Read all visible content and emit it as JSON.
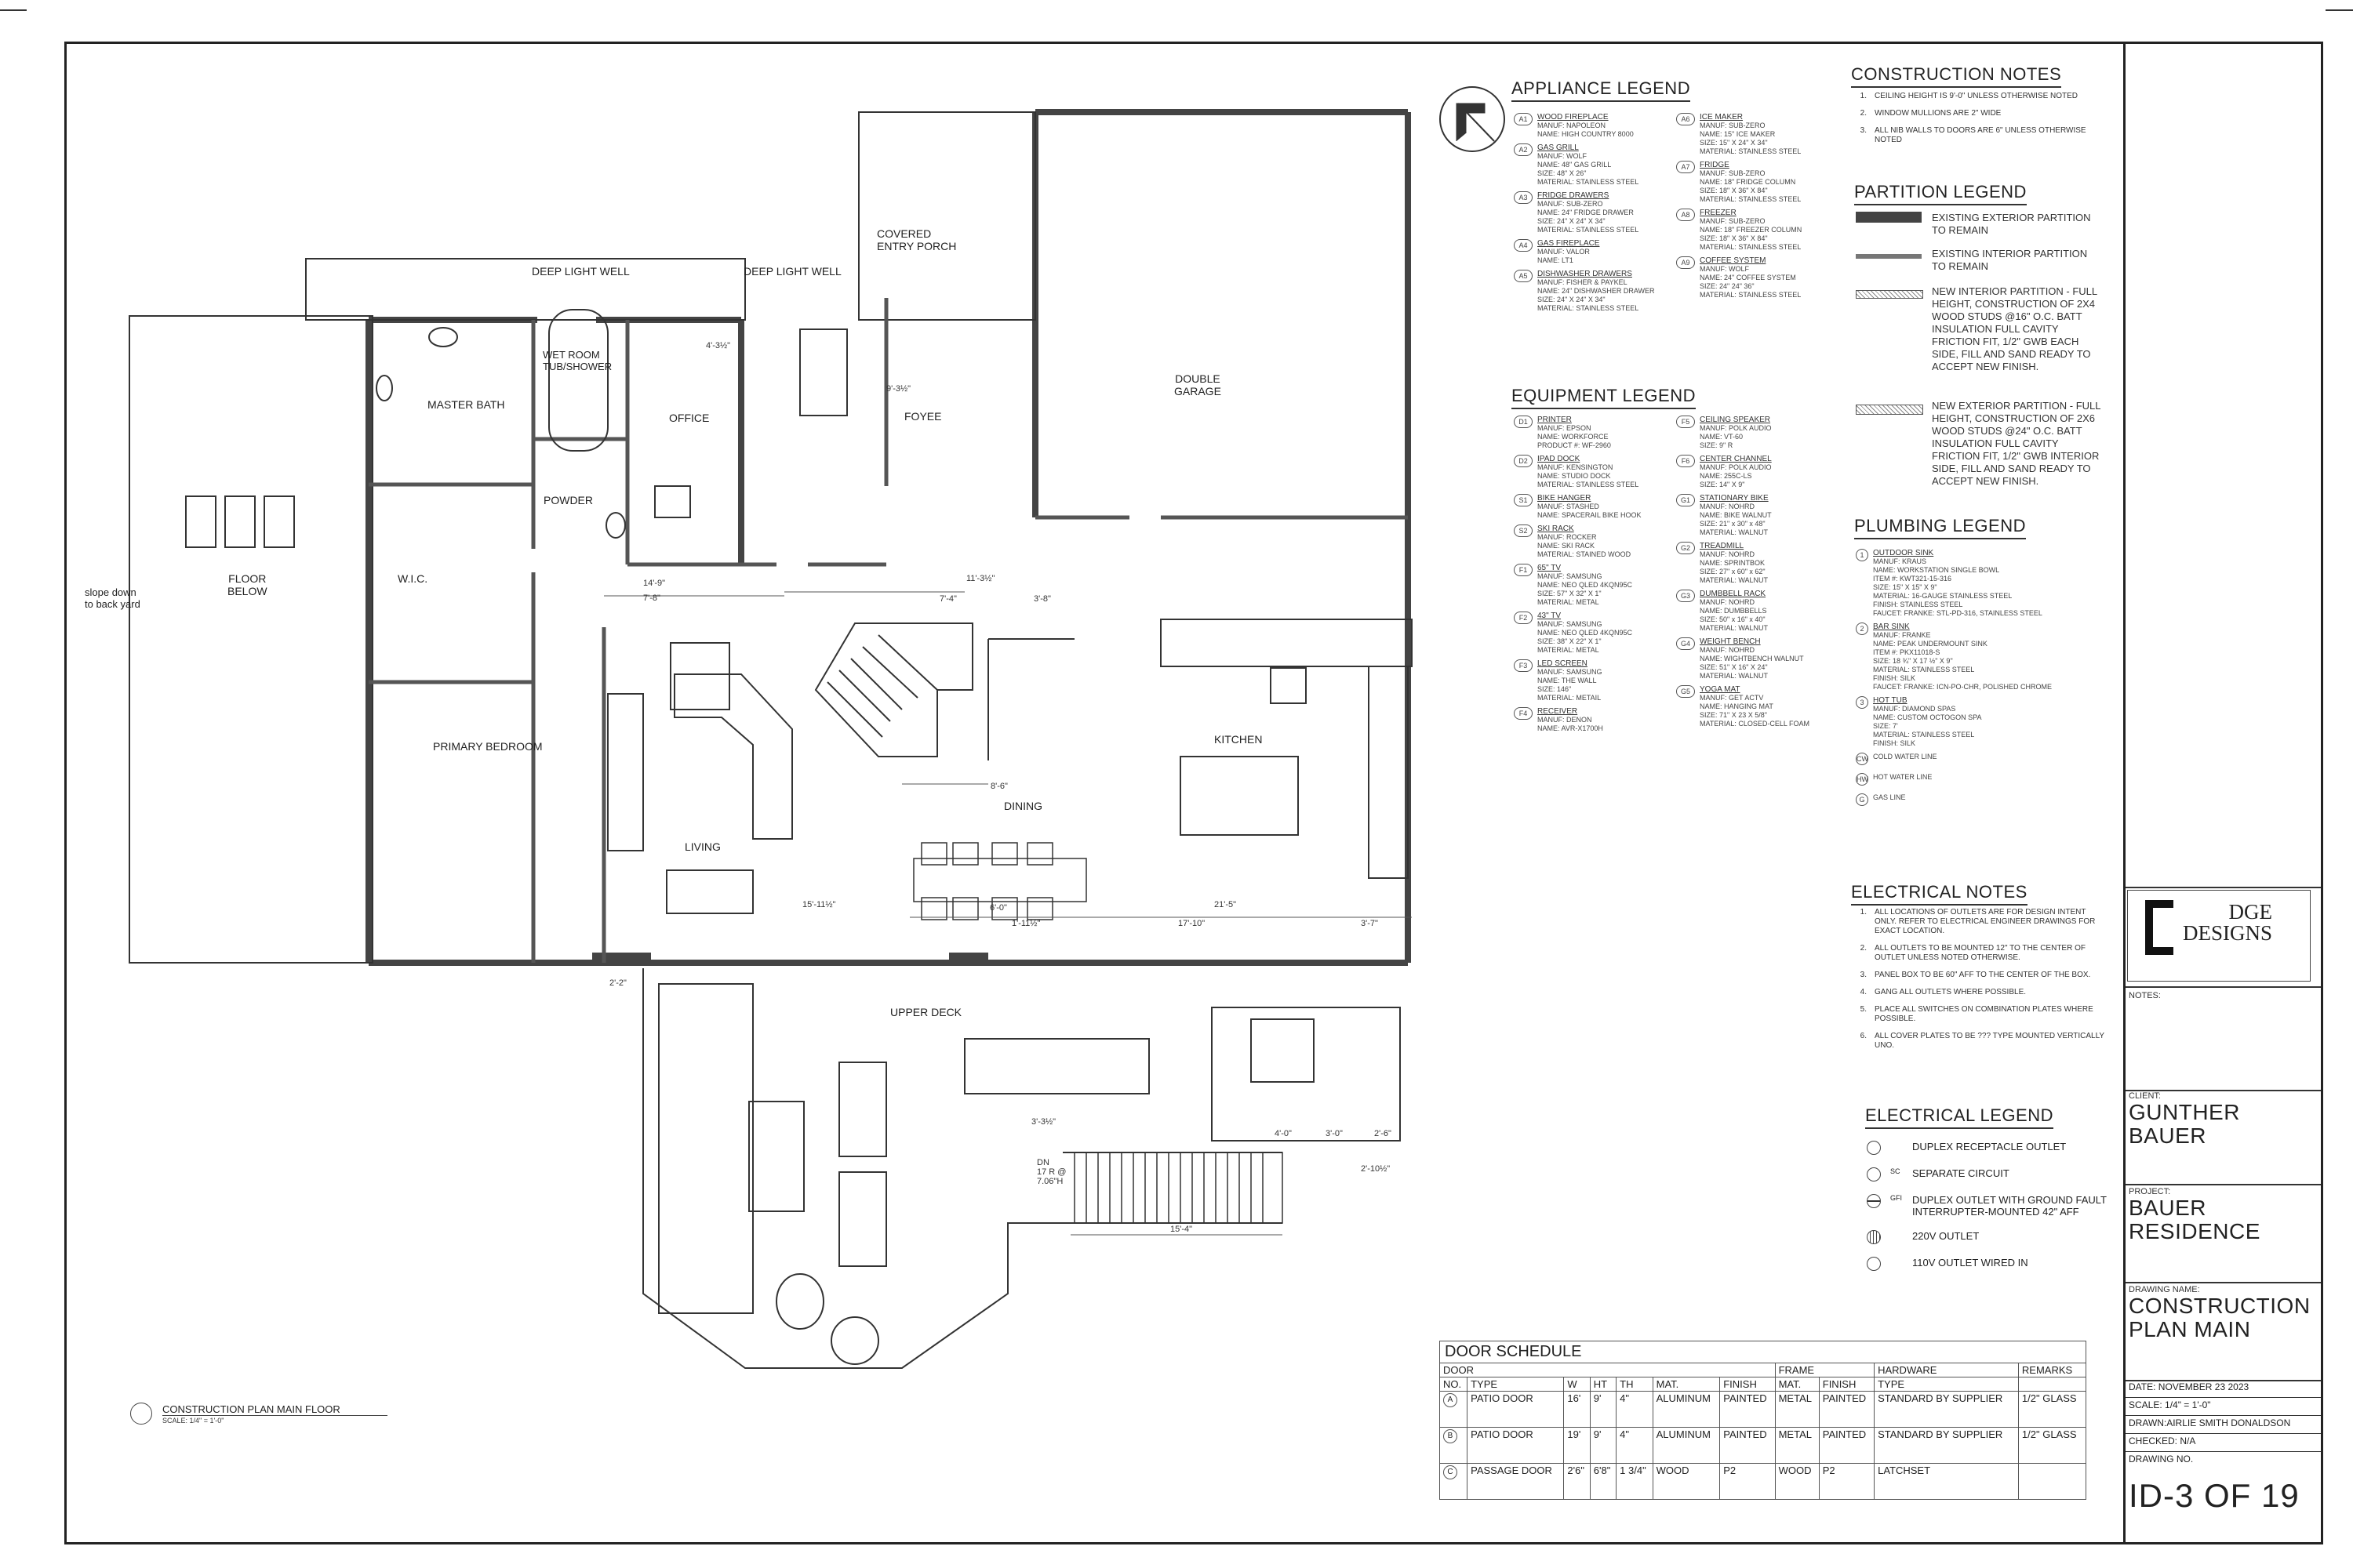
{
  "plan": {
    "rooms": {
      "master_bath": "MASTER BATH",
      "wet_room": "WET ROOM\nTUB/SHOWER",
      "office": "OFFICE",
      "powder": "POWDER",
      "wic": "W.I.C.",
      "primary_bedroom": "PRIMARY BEDROOM",
      "living": "LIVING",
      "dining": "DINING",
      "kitchen": "KITCHEN",
      "foyee": "FOYEE",
      "covered_entry": "COVERED\nENTRY PORCH",
      "double_garage": "DOUBLE\nGARAGE",
      "upper_deck": "UPPER DECK",
      "floor_below": "FLOOR\nBELOW",
      "slope": "slope down\nto back yard",
      "light_well_1": "DEEP  LIGHT WELL",
      "light_well_2": "DEEP  LIGHT WELL",
      "stair_dn": "DN\n17 R @\n7.06\"H"
    },
    "dims": [
      "14'-9\"",
      "7'-8\"",
      "11'-3½\"",
      "7'-4\"",
      "3'-8\"",
      "8'-6\"",
      "15'-11½\"",
      "21'-5\"",
      "17'-10\"",
      "3'-7\"",
      "2'-2\"",
      "6'-0\"",
      "1'-11½\"",
      "3'-3½\"",
      "4'-0\"",
      "3'-0\"",
      "2'-6\"",
      "2'-10½\"",
      "15'-4\"",
      "4'-3½\"",
      "9'-3½\""
    ],
    "plan_caption": "CONSTRUCTION PLAN MAIN FLOOR",
    "plan_scale": "SCALE: 1/4\" = 1'-0\""
  },
  "appliance_legend": {
    "title": "APPLIANCE LEGEND",
    "col1": [
      {
        "tag": "A1",
        "name": "WOOD FIREPLACE",
        "details": "MANUF: NAPOLEON\nNAME: HIGH COUNTRY 8000"
      },
      {
        "tag": "A2",
        "name": "GAS GRILL",
        "details": "MANUF: WOLF\nNAME: 48\" GAS GRILL\nSIZE: 48\" X 26\"\nMATERIAL:  STAINLESS STEEL"
      },
      {
        "tag": "A3",
        "name": "FRIDGE DRAWERS",
        "details": "MANUF: SUB-ZERO\nNAME: 24\" FRIDGE DRAWER\nSIZE: 24\" X 24\" X 34\"\nMATERIAL: STAINLESS STEEL"
      },
      {
        "tag": "A4",
        "name": "GAS FIREPLACE",
        "details": "MANUF: VALOR\nNAME: LT1"
      },
      {
        "tag": "A5",
        "name": "DISHWASHER DRAWERS",
        "details": "MANUF: FISHER & PAYKEL\nNAME: 24\" DISHWASHER DRAWER\nSIZE: 24\" X 24\" X 34\"\nMATERIAL: STAINLESS STEEL"
      }
    ],
    "col2": [
      {
        "tag": "A6",
        "name": "ICE MAKER",
        "details": "MANUF: SUB-ZERO\nNAME: 15\" ICE MAKER\nSIZE: 15\" X 24\" X 34\"\nMATERIAL: STAINLESS STEEL"
      },
      {
        "tag": "A7",
        "name": "FRIDGE",
        "details": "MANUF:    SUB-ZERO\nNAME:      18\" FRIDGE COLUMN\nSIZE:   18\" X 36\" X 84\"\nMATERIAL: STAINLESS STEEL"
      },
      {
        "tag": "A8",
        "name": "FREEZER",
        "details": "MANUF:    SUB-ZERO\nNAME:      18\" FREEZER COLUMN\nSIZE:   18\" X 36\" X 84\"\nMATERIAL: STAINLESS STEEL"
      },
      {
        "tag": "A9",
        "name": "COFFEE SYSTEM",
        "details": "MANUF:    WOLF\nNAME:      24\" COFFEE SYSTEM\nSIZE:   24\" 24\" 36\"\nMATERIAL: STAINLESS STEEL"
      }
    ]
  },
  "equipment_legend": {
    "title": "EQUIPMENT LEGEND",
    "col1": [
      {
        "tag": "D1",
        "name": "PRINTER",
        "details": "MANUF:     EPSON\nNAME:      WORKFORCE\nPRODUCT #: WF-2960"
      },
      {
        "tag": "D2",
        "name": "IPAD DOCK",
        "details": "MANUF:     KENSINGTON\nNAME:      STUDIO DOCK\nMATERIAL: STAINLESS STEEL"
      },
      {
        "tag": "S1",
        "name": "BIKE HANGER",
        "details": "MANUF:     STASHED\nNAME: SPACERAIL BIKE HOOK"
      },
      {
        "tag": "S2",
        "name": "SKI RACK",
        "details": "MANUF:     ROCKER\nNAME:      SKI RACK\nMATERIAL: STAINED WOOD"
      },
      {
        "tag": "F1",
        "name": "65\" TV",
        "details": "MANUF: SAMSUNG\nNAME: NEO QLED 4KQN95C\nSIZE:  57\" X 32\" X 1\"\nMATERIAL: METAL"
      },
      {
        "tag": "F2",
        "name": "43\" TV",
        "details": "MANUF: SAMSUNG\nNAME: NEO QLED 4KQN95C\nSIZE: 38\" X 22\" X 1\"\nMATERIAL:  METAL"
      },
      {
        "tag": "F3",
        "name": "LED SCREEN",
        "details": "MANUF: SAMSUNG\nNAME: THE WALL\nSIZE: 146\"\nMATERIAL: METAIL"
      },
      {
        "tag": "F4",
        "name": "RECEIVER",
        "details": "MANUF: DENON\nNAME: AVR-X1700H"
      }
    ],
    "col2": [
      {
        "tag": "F5",
        "name": "CEILING SPEAKER",
        "details": "MANUF: POLK AUDIO\nNAME: VT-60\nSIZE: 9\" R"
      },
      {
        "tag": "F6",
        "name": "CENTER CHANNEL",
        "details": "MANUF: POLK AUDIO\nNAME: 255C-LS\nSIZE: 14\" X 9\""
      },
      {
        "tag": "G1",
        "name": "STATIONARY BIKE",
        "details": "MANUF:     NOHRD\nNAME:      BIKE WALNUT\nSIZE:   21\" x 30\" x 48\"\nMATERIAL: WALNUT"
      },
      {
        "tag": "G2",
        "name": "TREADMILL",
        "details": "MANUF:     NOHRD\nNAME:      SPRINTBOK\nSIZE:      27\" x 60\" x 62\"\nMATERIAL: WALNUT"
      },
      {
        "tag": "G3",
        "name": "DUMBBELL RACK",
        "details": "MANUF:     NOHRD\nNAME:      DUMBBELLS\nSIZE:   50\" x 16\" x 40\"\nMATERIAL: WALNUT"
      },
      {
        "tag": "G4",
        "name": "WEIGHT BENCH",
        "details": "MANUF:     NOHRD\nNAME: WIGHTBENCH WALNUT\nSIZE:   51\" X 16\" X 24\"\nMATERIAL: WALNUT"
      },
      {
        "tag": "G5",
        "name": "YOGA MAT",
        "details": "MANUF:     GET ACTV\nNAME:      HANGING MAT\nSIZE:   71\" X 23 X 5/8\"\nMATERIAL: CLOSED-CELL FOAM"
      }
    ]
  },
  "construction_notes": {
    "title": "CONSTRUCTION NOTES",
    "items": [
      {
        "n": "1.",
        "text": "CEILING HEIGHT IS 9'-0\" UNLESS OTHERWISE NOTED"
      },
      {
        "n": "2.",
        "text": "WINDOW MULLIONS ARE 2\" WIDE"
      },
      {
        "n": "3.",
        "text": "ALL NIB WALLS TO DOORS ARE 6\" UNLESS OTHERWISE NOTED"
      }
    ]
  },
  "partition_legend": {
    "title": "PARTITION LEGEND",
    "items": [
      {
        "style": "dark",
        "text": "EXISTING EXTERIOR PARTITION\nTO REMAIN"
      },
      {
        "style": "thin",
        "text": "EXISTING INTERIOR PARTITION\nTO REMAIN"
      },
      {
        "style": "hatch",
        "text": "NEW INTERIOR PARTITION - FULL\nHEIGHT, CONSTRUCTION OF 2X4\nWOOD STUDS @16\" O.C. BATT\nINSULATION FULL CAVITY\nFRICTION FIT, 1/2\" GWB EACH\nSIDE, FILL AND SAND READY TO\nACCEPT NEW FINISH."
      },
      {
        "style": "hatch2",
        "text": "NEW EXTERIOR PARTITION - FULL\nHEIGHT, CONSTRUCTION OF 2X6\nWOOD STUDS @24\" O.C. BATT\nINSULATION FULL CAVITY\nFRICTION FIT, 1/2\" GWB INTERIOR\nSIDE, FILL AND SAND READY TO\nACCEPT NEW FINISH."
      }
    ]
  },
  "plumbing_legend": {
    "title": "PLUMBING LEGEND",
    "items": [
      {
        "tag": "1",
        "name": "OUTDOOR SINK",
        "details": "MANUF:     KRAUS\nNAME:      WORKSTATION SINGLE BOWL\nITEM #:    KWT321-15-316\nSIZE:      15\" X 15\" X 9\"\nMATERIAL:  16-GAUGE STAINLESS STEEL\nFINISH:    STAINLESS STEEL\nFAUCET:    FRANKE: STL-PD-316, STAINLESS STEEL"
      },
      {
        "tag": "2",
        "name": "BAR SINK",
        "details": "MANUF:     FRANKE\nNAME:      PEAK UNDERMOUNT SINK\nITEM #:    PKX11018-S\nSIZE:      18 ¾\" X 17 ½\" X 9\"\nMATERIAL:  STAINLESS STEEL\nFINISH:    SILK\nFAUCET:    FRANKE: ICN-PO-CHR, POLISHED CHROME"
      },
      {
        "tag": "3",
        "name": "HOT TUB",
        "details": "MANUF:     DIAMOND SPAS\nNAME:      CUSTOM OCTOGON SPA\nSIZE:      7'\nMATERIAL:  STAINLESS STEEL\nFINISH:    SILK"
      }
    ],
    "lines": [
      {
        "tag": "CW",
        "text": "COLD WATER LINE"
      },
      {
        "tag": "HW",
        "text": "HOT WATER LINE"
      },
      {
        "tag": "G",
        "text": "GAS LINE"
      }
    ]
  },
  "electrical_notes": {
    "title": "ELECTRICAL NOTES",
    "items": [
      {
        "n": "1.",
        "text": "ALL LOCATIONS OF OUTLETS ARE FOR DESIGN INTENT ONLY. REFER TO ELECTRICAL ENGINEER DRAWINGS FOR EXACT LOCATION."
      },
      {
        "n": "2.",
        "text": "ALL OUTLETS TO BE MOUNTED 12\" TO THE CENTER OF OUTLET UNLESS NOTED OTHERWISE."
      },
      {
        "n": "3.",
        "text": "PANEL BOX TO BE 60\" AFF TO THE CENTER OF THE BOX."
      },
      {
        "n": "4.",
        "text": "GANG ALL OUTLETS WHERE POSSIBLE."
      },
      {
        "n": "5.",
        "text": "PLACE ALL SWITCHES ON COMBINATION PLATES WHERE POSSIBLE."
      },
      {
        "n": "6.",
        "text": "ALL COVER PLATES TO BE ??? TYPE MOUNTED VERTICALLY UNO."
      }
    ]
  },
  "electrical_legend": {
    "title": "ELECTRICAL LEGEND",
    "items": [
      {
        "sym": "",
        "text": "DUPLEX RECEPTACLE OUTLET"
      },
      {
        "sym": "SC",
        "text": "SEPARATE CIRCUIT"
      },
      {
        "sym": "GFI",
        "text": "DUPLEX OUTLET WITH GROUND FAULT\nINTERRUPTER-MOUNTED 42\" AFF"
      },
      {
        "sym": "",
        "text": "220V OUTLET"
      },
      {
        "sym": "",
        "text": "110V OUTLET WIRED IN"
      }
    ]
  },
  "door_schedule": {
    "title": "DOOR SCHEDULE",
    "group_door": "DOOR",
    "group_frame": "FRAME",
    "group_hardware": "HARDWARE",
    "group_remarks": "REMARKS",
    "headers": [
      "NO.",
      "TYPE",
      "W",
      "HT",
      "TH",
      "MAT.",
      "FINISH",
      "MAT.",
      "FINISH",
      "TYPE",
      ""
    ],
    "rows": [
      [
        "A",
        "PATIO DOOR",
        "16'",
        "9'",
        "4\"",
        "ALUMINUM",
        "PAINTED",
        "METAL",
        "PAINTED",
        "STANDARD BY SUPPLIER",
        "1/2\" GLASS"
      ],
      [
        "B",
        "PATIO DOOR",
        "19'",
        "9'",
        "4\"",
        "ALUMINUM",
        "PAINTED",
        "METAL",
        "PAINTED",
        "STANDARD BY SUPPLIER",
        "1/2\" GLASS"
      ],
      [
        "C",
        "PASSAGE DOOR",
        "2'6\"",
        "6'8\"",
        "1 3/4\"",
        "WOOD",
        "P2",
        "WOOD",
        "P2",
        "LATCHSET",
        ""
      ]
    ]
  },
  "title_block": {
    "logo_text": "DGE\nDESIGNS",
    "notes_label": "NOTES:",
    "client_label": "CLIENT:",
    "client": "GUNTHER\nBAUER",
    "project_label": "PROJECT:",
    "project": "BAUER\nRESIDENCE",
    "drawing_name_label": "DRAWING NAME:",
    "drawing_name": "CONSTRUCTION\nPLAN MAIN",
    "date_label": "DATE:",
    "date": "NOVEMBER 23 2023",
    "scale_label": "SCALE:",
    "scale": "1/4\" = 1'-0\"",
    "drawn_label": "DRAWN:",
    "drawn": "AIRLIE SMITH DONALDSON",
    "checked_label": "CHECKED:",
    "checked": "N/A",
    "drawing_no_label": "DRAWING NO.",
    "drawing_no": "ID-3 OF 19"
  }
}
